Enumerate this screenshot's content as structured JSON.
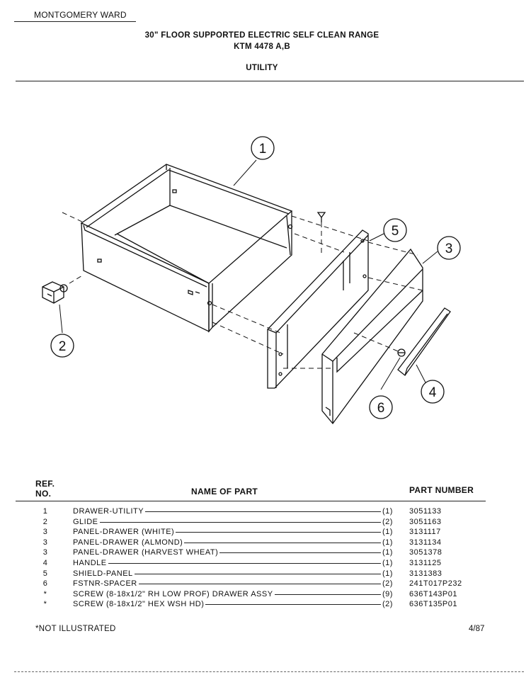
{
  "header": {
    "brand": "MONTGOMERY WARD",
    "title": "30\" FLOOR SUPPORTED ELECTRIC SELF CLEAN RANGE",
    "model": "KTM 4478 A,B",
    "section": "UTILITY"
  },
  "callouts": [
    "1",
    "2",
    "3",
    "4",
    "5",
    "6"
  ],
  "table": {
    "ref_header": [
      "REF.",
      "NO."
    ],
    "name_header": "NAME OF PART",
    "part_number_header": "PART NUMBER",
    "rows": [
      {
        "ref": "1",
        "name": "DRAWER-UTILITY",
        "qty": "(1)",
        "part": "3051133"
      },
      {
        "ref": "2",
        "name": "GLIDE",
        "qty": "(2)",
        "part": "3051163"
      },
      {
        "ref": "3",
        "name": "PANEL-DRAWER (WHITE)",
        "qty": "(1)",
        "part": "3131117"
      },
      {
        "ref": "3",
        "name": "PANEL-DRAWER (ALMOND)",
        "qty": "(1)",
        "part": "3131134"
      },
      {
        "ref": "3",
        "name": "PANEL-DRAWER (HARVEST WHEAT)",
        "qty": "(1)",
        "part": "3051378"
      },
      {
        "ref": "4",
        "name": "HANDLE",
        "qty": "(1)",
        "part": "3131125"
      },
      {
        "ref": "5",
        "name": "SHIELD-PANEL",
        "qty": "(1)",
        "part": "3131383"
      },
      {
        "ref": "6",
        "name": "FSTNR-SPACER",
        "qty": "(2)",
        "part": "241T017P232"
      },
      {
        "ref": "*",
        "name": "SCREW (8-18x1/2\" RH LOW PROF) DRAWER ASSY",
        "qty": "(9)",
        "part": "636T143P01"
      },
      {
        "ref": "*",
        "name": "SCREW (8-18x1/2\" HEX WSH HD)",
        "qty": "(2)",
        "part": "636T135P01"
      }
    ]
  },
  "footer": {
    "note": "*NOT ILLUSTRATED",
    "date": "4/87"
  }
}
